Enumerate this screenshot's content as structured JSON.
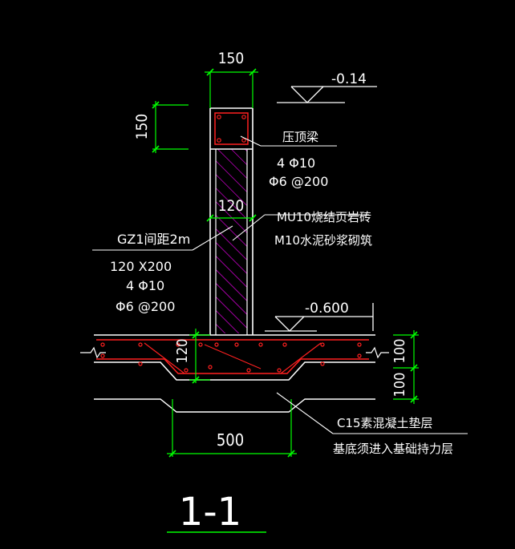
{
  "colors": {
    "background": "#000000",
    "outline": "#ffffff",
    "dimension": "#00ff00",
    "rebar": "#ff2020",
    "hatch": "#ff00ff",
    "text": "#ffffff"
  },
  "dimensions": {
    "wall_width_top": "150",
    "beam_height": "150",
    "wall_thickness": "120",
    "base_beam_height": "120",
    "upper_layer": "100",
    "lower_layer": "100",
    "cushion_width": "500"
  },
  "levels": {
    "top": "-0.14",
    "ground": "-0.600"
  },
  "labels": {
    "top_beam": "压顶梁",
    "top_beam_rebar_main": "4 Φ10",
    "top_beam_rebar_stirrup": "Φ6 @200",
    "wall_material": "MU10烧结页岩砖",
    "wall_mortar": "M10水泥砂浆砌筑",
    "column_name": "GZ1间距2m",
    "column_size": "120 X200",
    "column_rebar_main": "4 Φ10",
    "column_rebar_stirrup": "Φ6 @200",
    "cushion_layer": "C15素混凝土垫层",
    "bearing_note": "基底须进入基础持力层"
  },
  "section_title": "1-1"
}
